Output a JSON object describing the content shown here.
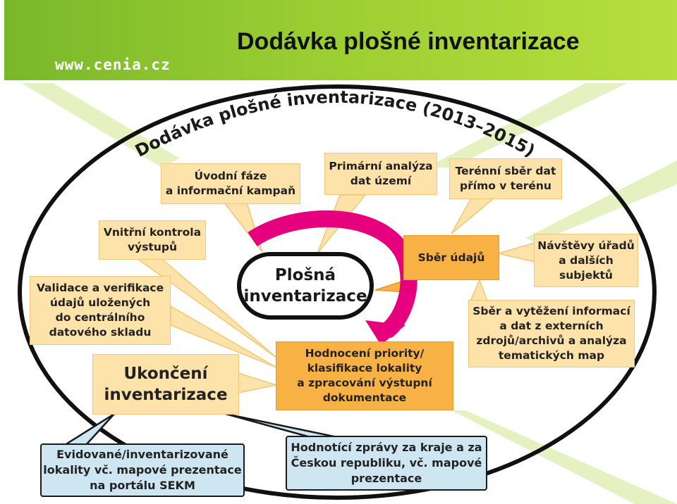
{
  "header": {
    "url": "www.cenia.cz",
    "title": "Dodávka plošné inventarizace"
  },
  "colors": {
    "header_green": "#8cc63f",
    "box_light": "#fde2aa",
    "box_dark": "#f7b144",
    "box_blue": "#cde6f2",
    "arrow_magenta": "#e6007e"
  },
  "diagram": {
    "arc_title": "Dodávka plošné inventarizace (2013–2015)",
    "center": "Plošná\ninventarizace",
    "boxes": {
      "uvodni": "Úvodní fáze\na informační kampaň",
      "primarni": "Primární analýza\ndat území",
      "terenni": "Terénní sběr dat\npřímo v terénu",
      "vnitrni": "Vnitřní kontrola\nvýstupů",
      "sber": "Sběr údajů",
      "navstevy": "Návštěvy úřadů\na dalších\nsubjektů",
      "validace": "Validace a verifikace\núdajů uložených\ndo centrálního\ndatového skladu",
      "sber_vytezeni": "Sběr a vytěžení informací\na dat z externích\nzdrojů/archivů a analýza\ntematických map",
      "ukonceni": "Ukončení\ninventarizace",
      "hodnoceni": "Hodnocení priority/\nklasifikace lokality\na zpracování výstupní\ndokumentace",
      "evidovane": "Evidované/inventarizované\nlokality vč. mapové prezentace\nna portálu SEKM",
      "hodnotici": "Hodnotící zprávy za kraje a za\nČeskou republiku, vč. mapové\nprezentace"
    }
  }
}
